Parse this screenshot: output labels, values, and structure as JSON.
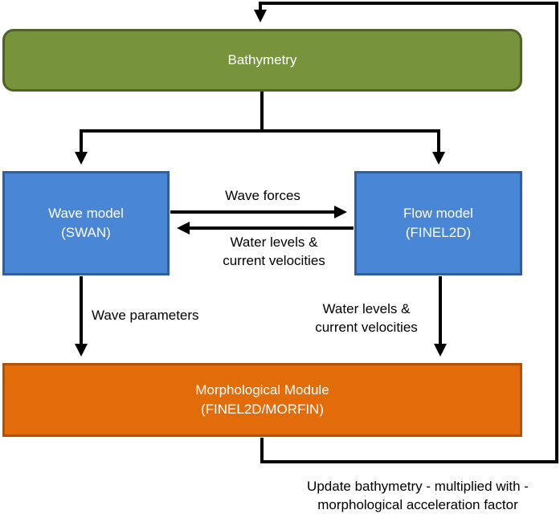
{
  "diagram": {
    "nodes": {
      "bathymetry": {
        "lines": [
          "Bathymetry"
        ]
      },
      "wave_model": {
        "lines": [
          "Wave model",
          "(SWAN)"
        ]
      },
      "flow_model": {
        "lines": [
          "Flow model",
          "(FINEL2D)"
        ]
      },
      "morph_module": {
        "lines": [
          "Morphological Module",
          "(FINEL2D/MORFIN)"
        ]
      }
    },
    "edge_labels": {
      "wave_forces": [
        "Wave forces"
      ],
      "water_levels_mid": [
        "Water levels &",
        "current velocities"
      ],
      "wave_parameters": [
        "Wave parameters"
      ],
      "water_levels_right": [
        "Water levels &",
        "current velocities"
      ],
      "update_bathymetry": [
        "Update bathymetry - multiplied with -",
        "morphological acceleration factor"
      ]
    },
    "edges": [
      {
        "from": "bathymetry",
        "to": "wave_model"
      },
      {
        "from": "bathymetry",
        "to": "flow_model"
      },
      {
        "from": "wave_model",
        "to": "flow_model",
        "label": "wave_forces"
      },
      {
        "from": "flow_model",
        "to": "wave_model",
        "label": "water_levels_mid"
      },
      {
        "from": "wave_model",
        "to": "morph_module",
        "label": "wave_parameters"
      },
      {
        "from": "flow_model",
        "to": "morph_module",
        "label": "water_levels_right"
      },
      {
        "from": "morph_module",
        "to": "bathymetry",
        "label": "update_bathymetry"
      }
    ],
    "colors": {
      "bathymetry_fill": "#77933c",
      "bathymetry_border": "#4f6228",
      "model_fill": "#4a86d6",
      "model_border": "#2f5f9e",
      "morph_fill": "#e36c0a",
      "morph_border": "#b35100",
      "arrow": "#000000",
      "node_text": "#ffffff"
    }
  }
}
